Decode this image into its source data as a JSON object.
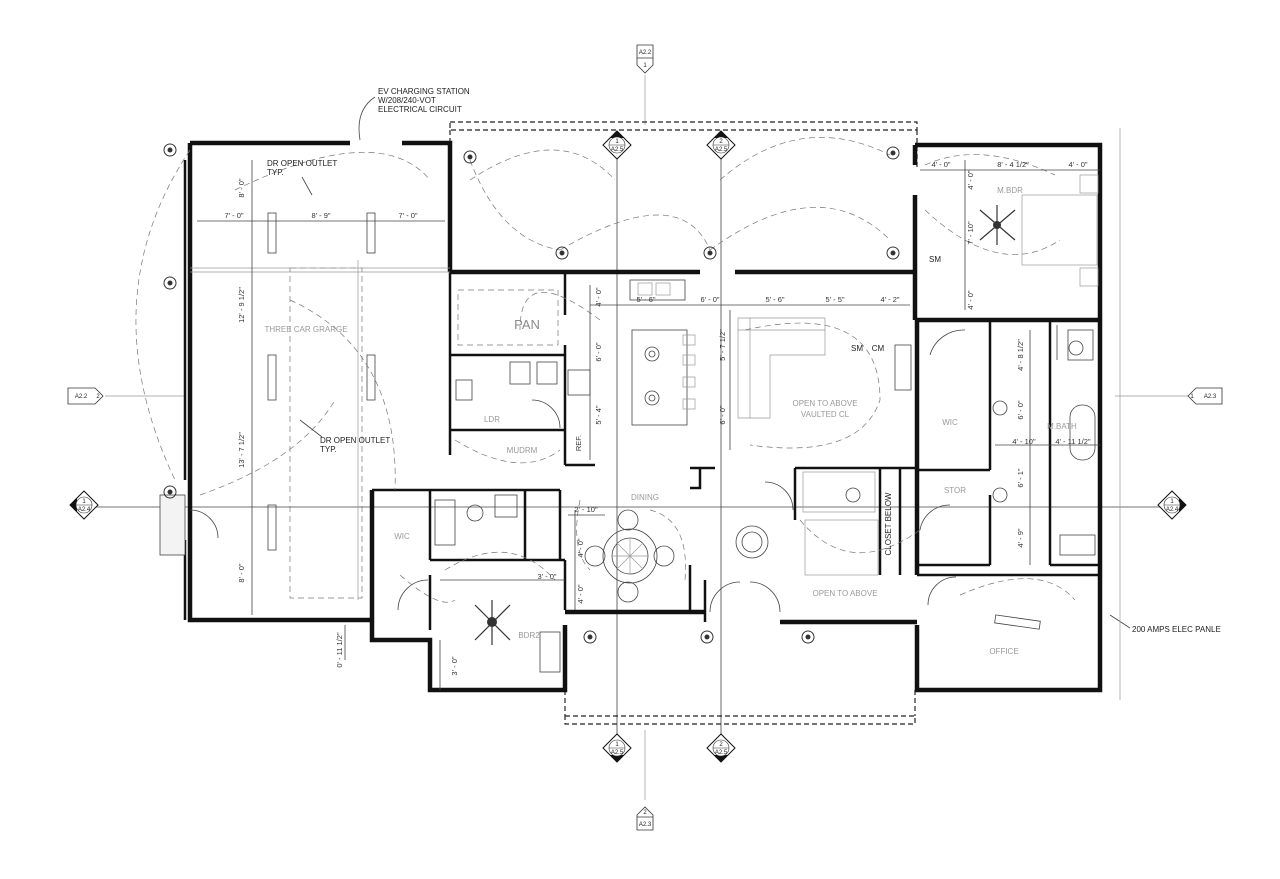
{
  "notes": {
    "ev_line1": "EV CHARGING STATION",
    "ev_line2": "W/208/240-VOT",
    "ev_line3": "ELECTRICAL CIRCUIT",
    "dr1_line1": "DR OPEN OUTLET",
    "dr1_line2": "TYP.",
    "dr2_line1": "DR OPEN OUTLET",
    "dr2_line2": "TYP.",
    "panel": "200 AMPS ELEC PANLE"
  },
  "rooms": {
    "garage": "THREE CAR GRARGE",
    "pan": "PAN",
    "ldr": "LDR",
    "mudrm": "MUDRM",
    "ref": "REF.",
    "open_vaulted_1": "OPEN TO ABOVE",
    "open_vaulted_2": "VAULTED CL",
    "sm1": "SM",
    "cm": "CM",
    "sm2": "SM",
    "mbdr": "M.BDR",
    "wic_master": "WIC",
    "mbath": "M.BATH",
    "stor": "STOR",
    "closet_below": "CLOSET BELOW",
    "dining": "DINING",
    "open_to_above": "OPEN TO ABOVE",
    "wic_left": "WIC",
    "bdr2": "BDR2",
    "office": "OFFICE"
  },
  "dimensions": {
    "g_8_0_top": "8' - 0\"",
    "g_7_0_a": "7' - 0\"",
    "g_8_9": "8' - 9\"",
    "g_7_0_b": "7' - 0\"",
    "g_12_9": "12' - 9 1/2\"",
    "g_13_7": "13' - 7 1/2\"",
    "g_8_0_bot": "8' - 0\"",
    "k_5_6_a": "5' - 6\"",
    "k_6_0": "6' - 0\"",
    "k_5_6_b": "5' - 6\"",
    "k_5_5": "5' - 5\"",
    "k_4_2": "4' - 2\"",
    "k_4_0": "4' - 0\"",
    "k_6_0_v": "6' - 0\"",
    "k_5_4": "5' - 4\"",
    "k_5_7": "5' - 7 1/2\"",
    "k_6_0_v2": "6' - 0\"",
    "m_4_0_a": "4' - 0\"",
    "m_8_4": "8' - 4 1/2\"",
    "m_4_0_b": "4' - 0\"",
    "m_4_0_v": "4' - 0\"",
    "m_7_10": "7' - 10\"",
    "m_4_0_v2": "4' - 0\"",
    "b_4_8": "4' - 8 1/2\"",
    "b_6_0": "6' - 0\"",
    "b_4_10": "4' - 10\"",
    "b_4_11": "4' - 11 1/2\"",
    "b_6_1": "6' - 1\"",
    "b_4_9": "4' - 9\"",
    "d_2_10": "2' - 10\"",
    "d_4_0_a": "4' - 0\"",
    "d_4_0_b": "4' - 0\"",
    "d_3_0": "3' - 0\"",
    "d_3_0_v": "3' - 0\"",
    "d_0_11": "0' - 11 1/2\""
  },
  "section_tags": {
    "top_num": "1",
    "top_sheet": "A2.2",
    "bottom_num": "2",
    "bottom_sheet": "A2.3",
    "left_sheet": "A2.2",
    "left_num": "2",
    "right_num": "1",
    "right_sheet": "A2.3",
    "tl1_num": "1",
    "tl1_sheet": "A2.5",
    "tl2_num": "2",
    "tl2_sheet": "A2.5",
    "bl1_num": "1",
    "bl1_sheet": "A2.5",
    "bl2_num": "2",
    "bl2_sheet": "A2.5",
    "sl_num": "1",
    "sl_sheet": "A2.4",
    "sr_num": "1",
    "sr_sheet": "A2.4"
  }
}
